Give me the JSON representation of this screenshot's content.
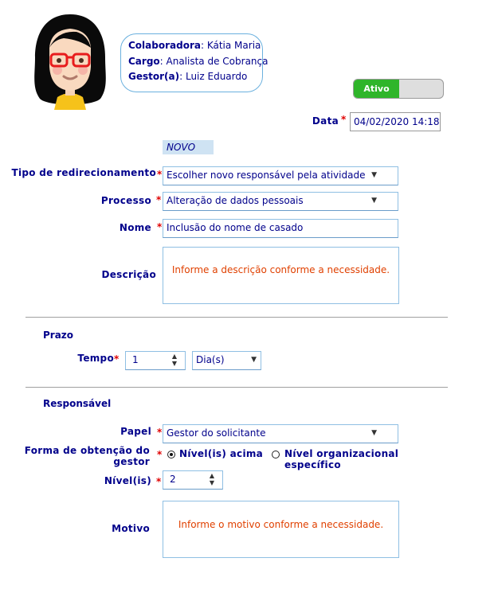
{
  "profile": {
    "collaborator_label": "Colaboradora",
    "collaborator_value": "Kátia Maria",
    "role_label": "Cargo",
    "role_value": "Analista de Cobrança",
    "manager_label": "Gestor(a)",
    "manager_value": "Luiz Eduardo"
  },
  "status_toggle": {
    "label": "Ativo",
    "on": true,
    "color": "#2fb52a"
  },
  "date": {
    "label": "Data",
    "value": "04/02/2020  14:18"
  },
  "badge": "NOVO",
  "form": {
    "redirect_type": {
      "label": "Tipo de redirecionamento",
      "value": "Escolher novo responsável pela atividade"
    },
    "process": {
      "label": "Processo",
      "value": "Alteração de dados pessoais"
    },
    "name": {
      "label": "Nome",
      "value": "Inclusão do nome de casado"
    },
    "description": {
      "label": "Descrição",
      "placeholder": "Informe a descrição conforme a necessidade."
    }
  },
  "deadline": {
    "section_title": "Prazo",
    "time_label": "Tempo",
    "time_value": "1",
    "unit_value": "Dia(s)"
  },
  "responsible": {
    "section_title": "Responsável",
    "role_label": "Papel",
    "role_value": "Gestor do solicitante",
    "method_label_line1": "Forma de obtenção do",
    "method_label_line2": "gestor",
    "option_levels": "Nível(is) acima",
    "option_org_line1": "Nível organizacional",
    "option_org_line2": "específico",
    "selected": "Nível(is) acima",
    "levels_label": "Nível(is)",
    "levels_value": "2",
    "reason_label": "Motivo",
    "reason_placeholder": "Informe o motivo conforme a necessidade."
  },
  "required_marker": "*"
}
